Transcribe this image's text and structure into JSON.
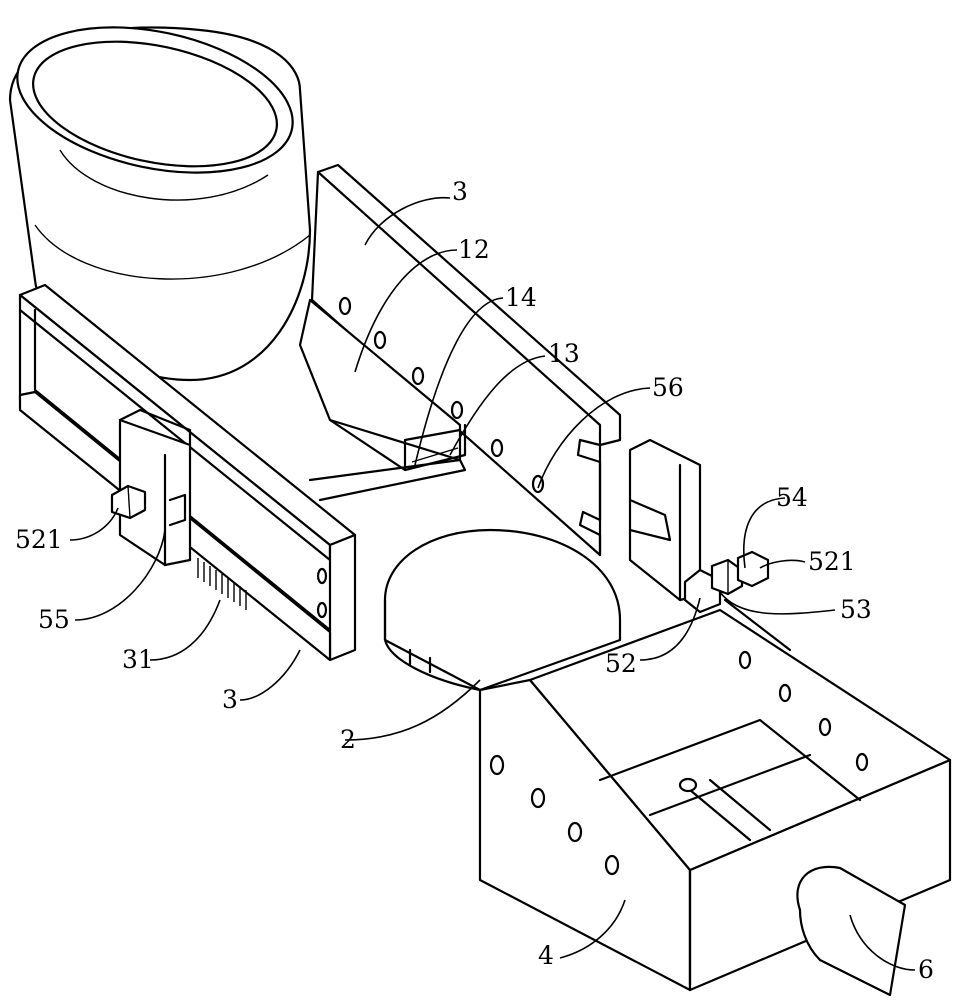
{
  "figure": {
    "labels": {
      "l3_top": "3",
      "l12": "12",
      "l14": "14",
      "l13": "13",
      "l56": "56",
      "l54": "54",
      "l521_right": "521",
      "l53": "53",
      "l52": "52",
      "l521_left": "521",
      "l55": "55",
      "l31": "31",
      "l3_bottom": "3",
      "l2": "2",
      "l4": "4",
      "l6": "6"
    }
  }
}
